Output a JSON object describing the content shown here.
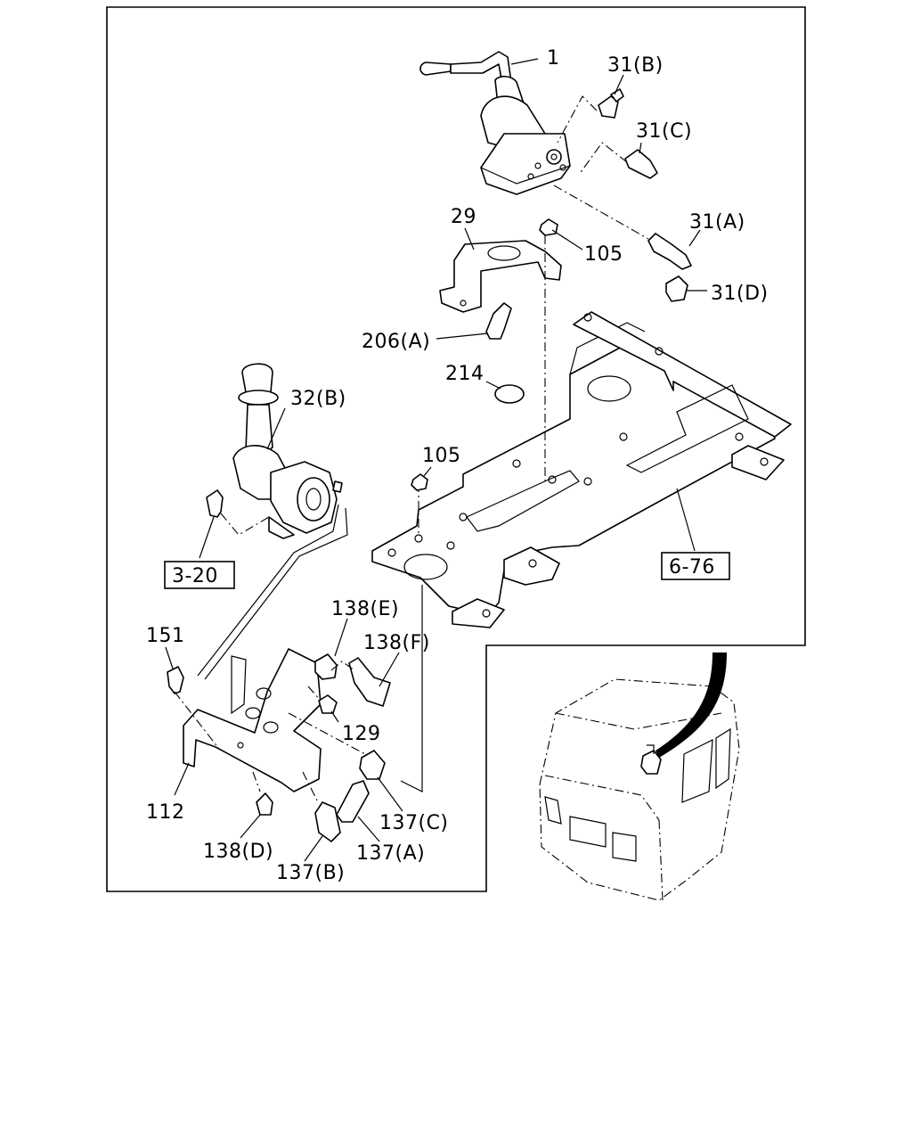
{
  "labels": {
    "p1": "1",
    "p31b": "31(B)",
    "p31c": "31(C)",
    "p31a": "31(A)",
    "p31d": "31(D)",
    "p29": "29",
    "p105_top": "105",
    "p206a": "206(A)",
    "p214": "214",
    "p105_mid": "105",
    "p32b": "32(B)",
    "p3_20": "3-20",
    "p6_76": "6-76",
    "p138e": "138(E)",
    "p138f": "138(F)",
    "p151": "151",
    "p129": "129",
    "p112": "112",
    "p137c": "137(C)",
    "p137a": "137(A)",
    "p138d": "138(D)",
    "p137b": "137(B)"
  }
}
